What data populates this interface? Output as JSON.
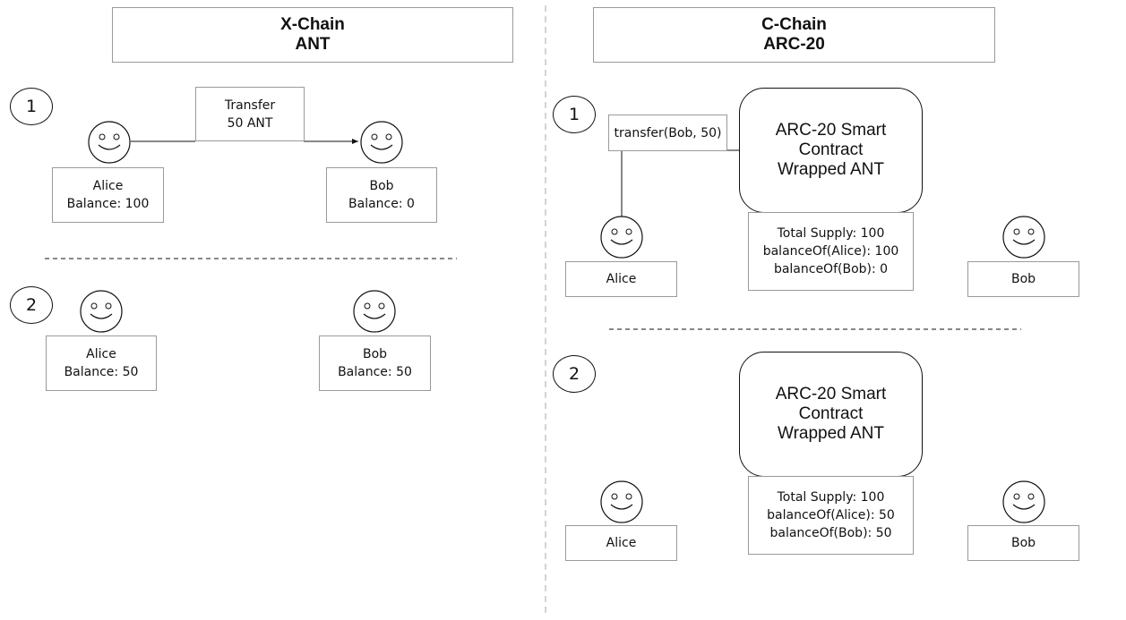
{
  "colors": {
    "line": "#111111",
    "box_border": "#9a9a9a",
    "divider": "#aaaaaa"
  },
  "icons": {
    "person": "smiley-face-icon"
  },
  "x_chain": {
    "header": {
      "line1": "X-Chain",
      "line2": "ANT"
    },
    "step1": {
      "number": "1",
      "transfer": {
        "line1": "Transfer",
        "line2": "50 ANT"
      },
      "alice": {
        "name": "Alice",
        "balance": "Balance: 100"
      },
      "bob": {
        "name": "Bob",
        "balance": "Balance: 0"
      }
    },
    "step2": {
      "number": "2",
      "alice": {
        "name": "Alice",
        "balance": "Balance: 50"
      },
      "bob": {
        "name": "Bob",
        "balance": "Balance: 50"
      }
    }
  },
  "c_chain": {
    "header": {
      "line1": "C-Chain",
      "line2": "ARC-20"
    },
    "step1": {
      "number": "1",
      "call": "transfer(Bob, 50)",
      "contract": {
        "line1": "ARC-20 Smart",
        "line2": "Contract",
        "line3": "Wrapped ANT"
      },
      "state": {
        "supply": "Total Supply: 100",
        "alice": "balanceOf(Alice): 100",
        "bob": "balanceOf(Bob): 0"
      },
      "alice": "Alice",
      "bob": "Bob"
    },
    "step2": {
      "number": "2",
      "contract": {
        "line1": "ARC-20 Smart",
        "line2": "Contract",
        "line3": "Wrapped ANT"
      },
      "state": {
        "supply": "Total Supply: 100",
        "alice": "balanceOf(Alice): 50",
        "bob": "balanceOf(Bob): 50"
      },
      "alice": "Alice",
      "bob": "Bob"
    }
  }
}
